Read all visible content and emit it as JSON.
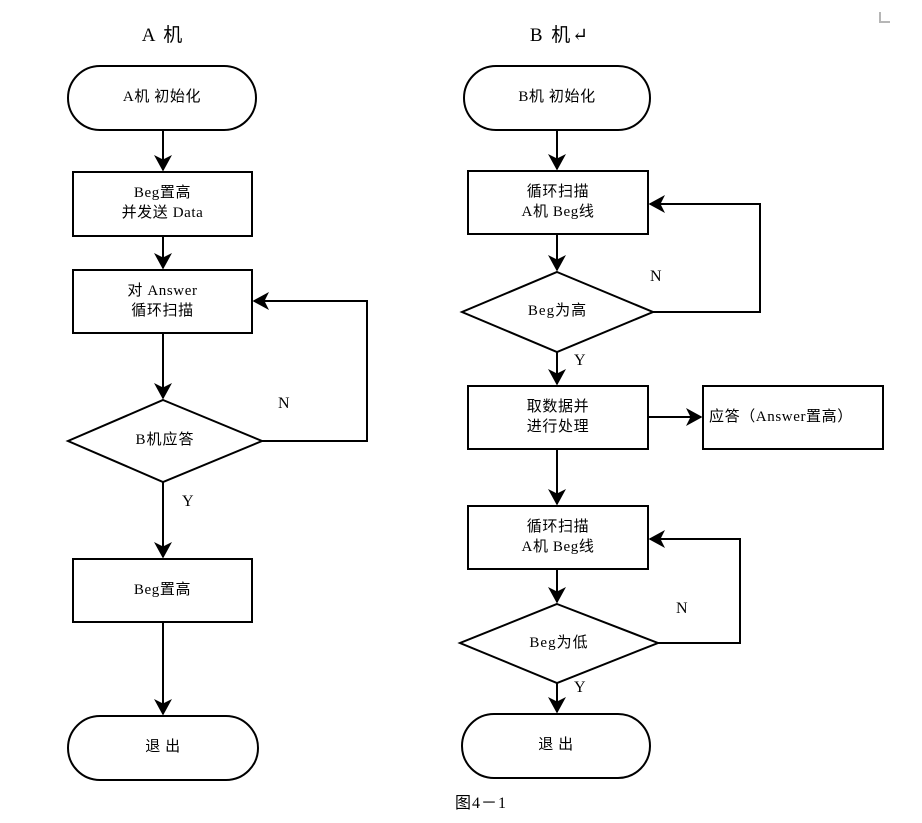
{
  "figure": {
    "caption": "图4－1",
    "corner_mark": "crop-corner-mark"
  },
  "columns": [
    {
      "id": "A",
      "title": "A 机"
    },
    {
      "id": "B",
      "title": "B 机↵"
    }
  ],
  "left_flow": {
    "nodes": [
      {
        "id": "a-start",
        "shape": "terminator",
        "lines": [
          "A机 初始化"
        ]
      },
      {
        "id": "a-set-beg",
        "shape": "process",
        "lines": [
          "Beg置高",
          "并发送 Data"
        ]
      },
      {
        "id": "a-scan-answer",
        "shape": "process",
        "lines": [
          "对 Answer",
          "循环扫描"
        ]
      },
      {
        "id": "a-decision",
        "shape": "decision",
        "lines": [
          "B机应答"
        ]
      },
      {
        "id": "a-beg-high",
        "shape": "process",
        "lines": [
          "Beg置高"
        ]
      },
      {
        "id": "a-exit",
        "shape": "terminator",
        "lines": [
          "退  出"
        ]
      }
    ],
    "branches": [
      {
        "id": "a-decision-no",
        "label": "N"
      },
      {
        "id": "a-decision-yes",
        "label": "Y"
      }
    ]
  },
  "right_flow": {
    "nodes": [
      {
        "id": "b-start",
        "shape": "terminator",
        "lines": [
          "B机 初始化"
        ]
      },
      {
        "id": "b-scan-beg-1",
        "shape": "process",
        "lines": [
          "循环扫描",
          "A机 Beg线"
        ]
      },
      {
        "id": "b-decision-high",
        "shape": "decision",
        "lines": [
          "Beg为高"
        ]
      },
      {
        "id": "b-process-data",
        "shape": "process",
        "lines": [
          "取数据并",
          "进行处理"
        ]
      },
      {
        "id": "b-answer",
        "shape": "process",
        "lines": [
          "应答（Answer置高）"
        ]
      },
      {
        "id": "b-scan-beg-2",
        "shape": "process",
        "lines": [
          "循环扫描",
          "A机 Beg线"
        ]
      },
      {
        "id": "b-decision-low",
        "shape": "decision",
        "lines": [
          "Beg为低"
        ]
      },
      {
        "id": "b-exit",
        "shape": "terminator",
        "lines": [
          "退  出"
        ]
      }
    ],
    "branches": [
      {
        "id": "b-high-no",
        "label": "N"
      },
      {
        "id": "b-high-yes",
        "label": "Y"
      },
      {
        "id": "b-low-no",
        "label": "N"
      },
      {
        "id": "b-low-yes",
        "label": "Y"
      }
    ]
  },
  "style": {
    "stroke": "#000000",
    "fill": "#ffffff",
    "background": "#ffffff",
    "corner_mark_color": "#b6b6b6"
  }
}
